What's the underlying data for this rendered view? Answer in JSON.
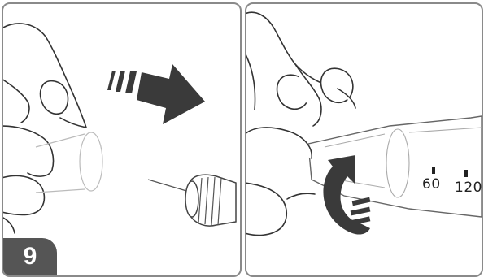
{
  "step": {
    "number": "9"
  },
  "left_panel": {
    "arrow_icon": "arrow-right-icon",
    "illustration": "hand-cap-removal"
  },
  "right_panel": {
    "arrow_icon": "rotate-arrow-icon",
    "illustration": "hand-pen-twist",
    "scale_labels": [
      "60",
      "120"
    ]
  },
  "colors": {
    "frame": "#8a8a8a",
    "arrow": "#3a3a3a",
    "badge": "#555555",
    "ink": "#333333"
  }
}
